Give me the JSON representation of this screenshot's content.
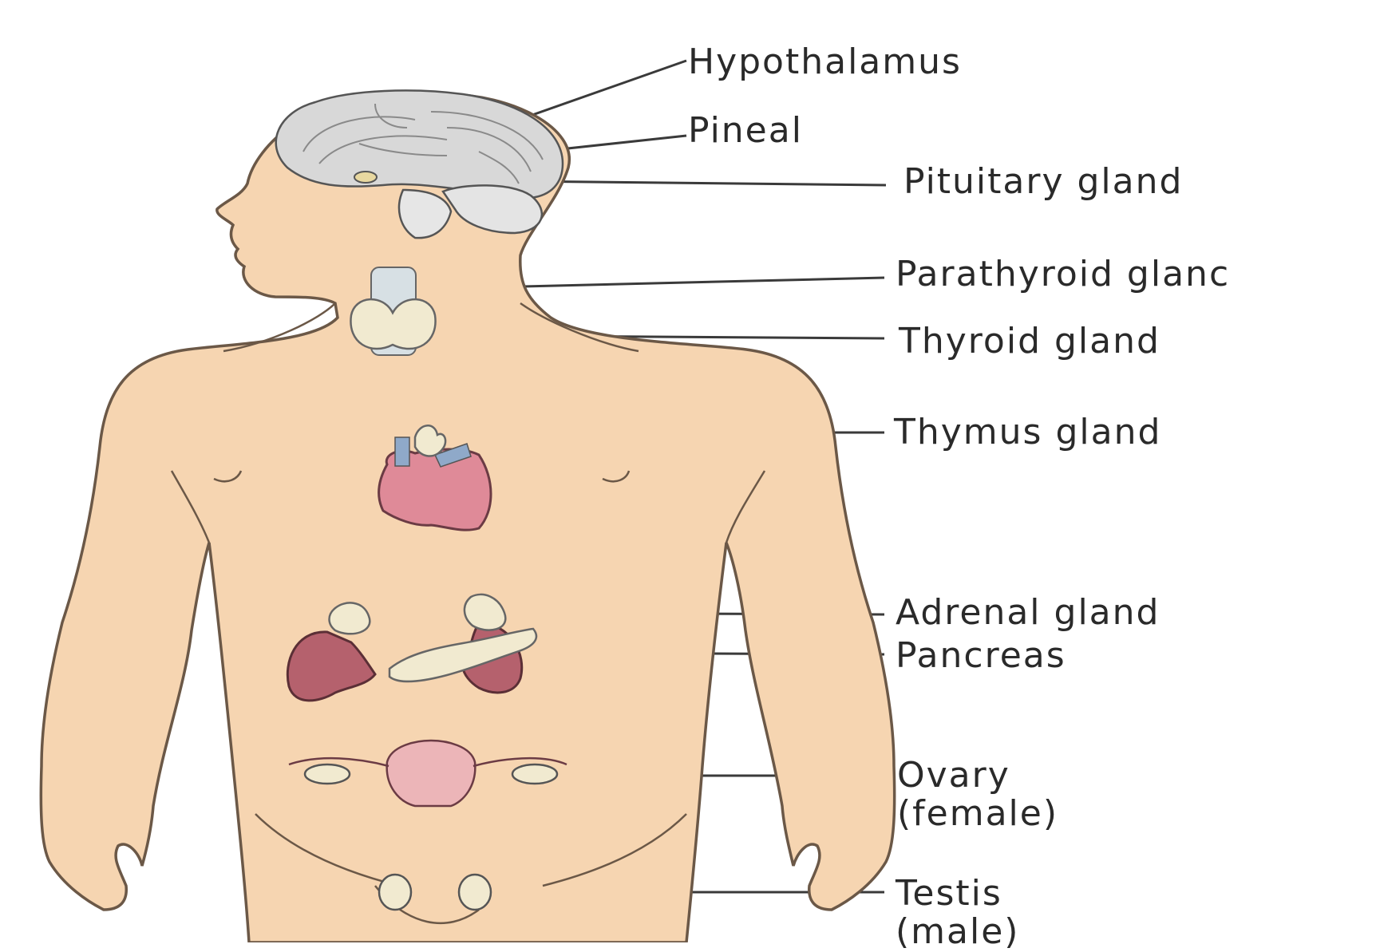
{
  "diagram": {
    "labels": {
      "hypothalamus": "Hypothalamus",
      "pineal": "Pineal",
      "pituitary": "Pituitary gland",
      "parathyroid": "Parathyroid glanc",
      "thyroid": "Thyroid gland",
      "thymus": "Thymus gland",
      "adrenal": "Adrenal gland",
      "pancreas": "Pancreas",
      "ovary_line1": "Ovary",
      "ovary_line2": "(female)",
      "testis_line1": "Testis",
      "testis_line2": "(male)"
    },
    "colors": {
      "skin": "#f6d5b1",
      "outline": "#6b5847",
      "brain": "#d8d8d8",
      "heart": "#df8a98",
      "kidney": "#b5616d",
      "gland": "#f1ead0",
      "uterus": "#ecb5b8",
      "leader_line": "#3a3a3a"
    }
  }
}
